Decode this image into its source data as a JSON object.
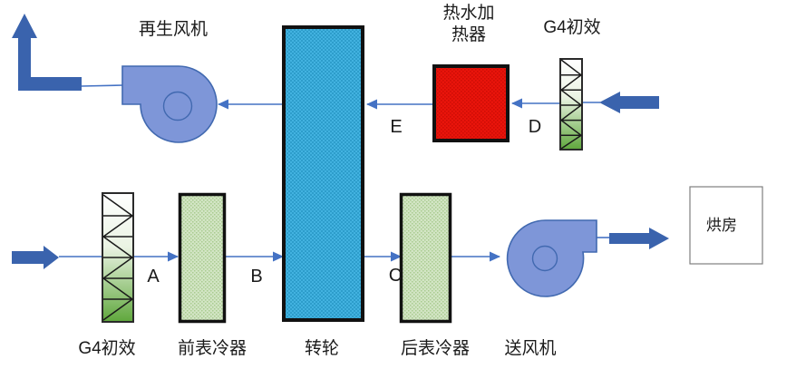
{
  "colors": {
    "line_blue": "#4472c4",
    "arrow_blue": "#3a63ad",
    "fan_fill": "#7e96d8",
    "fan_stroke": "#4169b0",
    "wheel_base": "#42b2e0",
    "wheel_dot": "#2d9dcb",
    "heater_base": "#e9140b",
    "heater_dot": "#cf0d05",
    "cooler_base": "#d2e5c4",
    "cooler_dot": "#a9cb90",
    "filter_green": "#5fa73c",
    "box_border": "#111111",
    "room_border": "#7f7f7f"
  },
  "labels": {
    "regen_fan": "再生风机",
    "heater_line1": "热水加",
    "heater_line2": "热器",
    "top_filter": "G4初效",
    "wheel": "转轮",
    "bottom_filter": "G4初效",
    "pre_cooler": "前表冷器",
    "post_cooler": "后表冷器",
    "supply_fan": "送风机",
    "drying_room": "烘房"
  },
  "flow_points": {
    "a": "A",
    "b": "B",
    "c": "C",
    "d": "D",
    "e": "E"
  }
}
